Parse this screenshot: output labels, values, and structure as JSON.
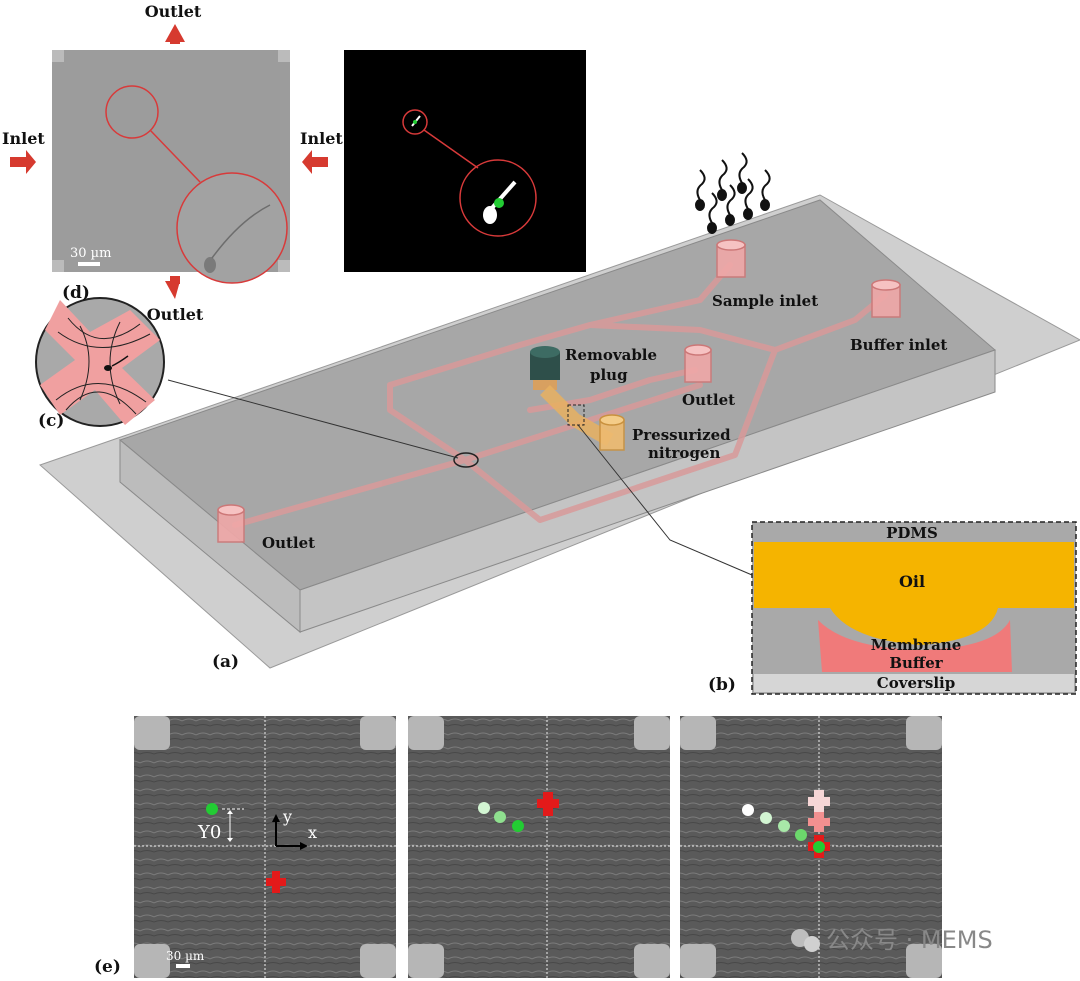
{
  "panel_labels": {
    "a": "(a)",
    "b": "(b)",
    "c": "(c)",
    "d": "(d)",
    "e": "(e)"
  },
  "device": {
    "sample_inlet": "Sample inlet",
    "buffer_inlet": "Buffer inlet",
    "removable_plug_1": "Removable",
    "removable_plug_2": "plug",
    "outlet_top": "Outlet",
    "outlet_left": "Outlet",
    "pressurized_1": "Pressurized",
    "pressurized_2": "nitrogen"
  },
  "cross_section": {
    "pdms": "PDMS",
    "oil": "Oil",
    "membrane": "Membrane",
    "buffer": "Buffer",
    "coverslip": "Coverslip"
  },
  "micrograph_d": {
    "outlet_top": "Outlet",
    "outlet_bottom": "Outlet",
    "inlet_left": "Inlet",
    "inlet_right": "Inlet",
    "scale_bar": "30 µm"
  },
  "panel_e": {
    "y0_label": "Y0",
    "axis_x": "x",
    "axis_y": "y",
    "scale_bar": "30 µm"
  },
  "watermark": "公众号 · MEMS",
  "colors": {
    "channel": "#e8a0a0",
    "oil": "#f5b400",
    "buffer_pink": "#f07a7a",
    "arrow_red": "#d63a2f",
    "marker_green": "#22cc33"
  }
}
